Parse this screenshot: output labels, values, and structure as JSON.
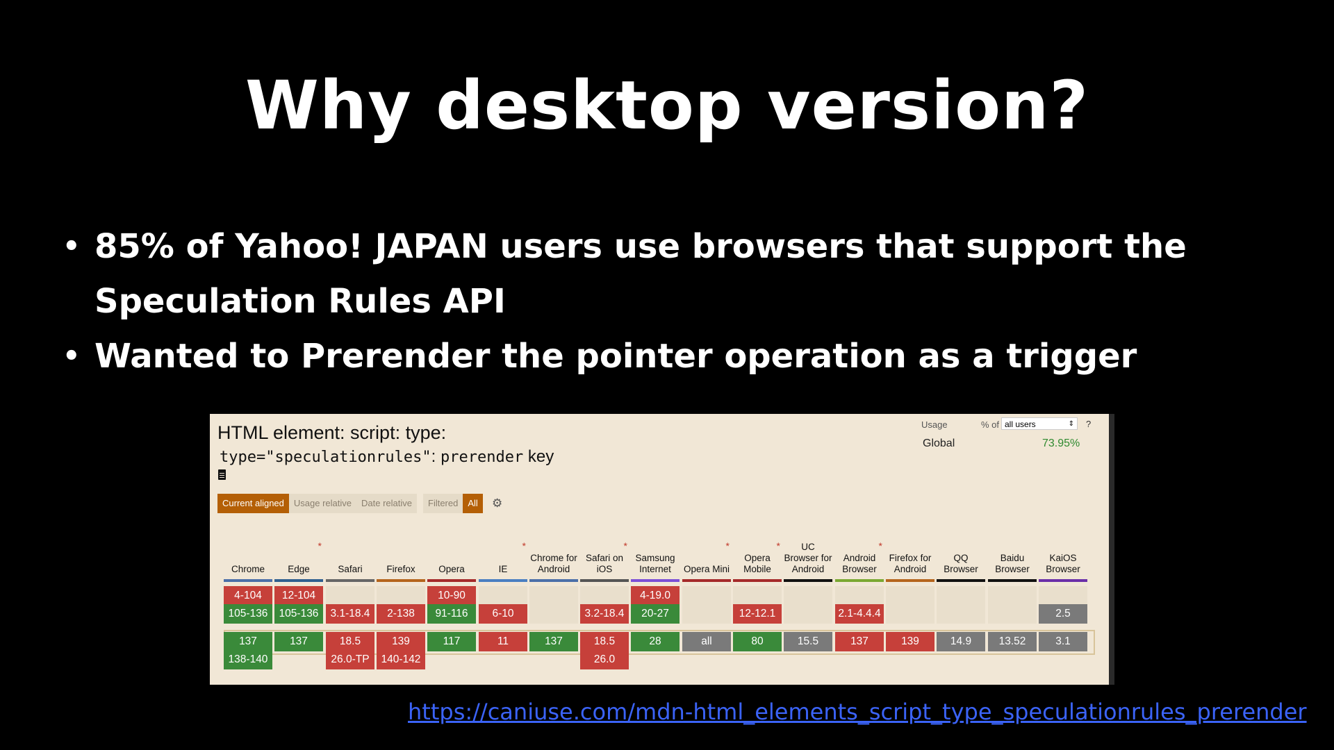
{
  "slide": {
    "title": "Why desktop version?",
    "bullets": [
      "85% of Yahoo! JAPAN users use browsers that support the Speculation Rules API",
      "Wanted to Prerender the pointer operation as a trigger"
    ],
    "link": "https://caniuse.com/mdn-html_elements_script_type_speculationrules_prerender"
  },
  "caniuse": {
    "feature_title": "HTML element: script: type:",
    "subtitle_code_1": "type=\"speculationrules\"",
    "subtitle_sep": ":",
    "subtitle_code_2": "prerender",
    "subtitle_word": "key",
    "usage_label": "Usage",
    "pct_of": "% of",
    "users_select": "all users",
    "help": "?",
    "global_label": "Global",
    "global_pct": "73.95%",
    "view_tabs": [
      "Current aligned",
      "Usage relative",
      "Date relative"
    ],
    "filter_tabs": [
      "Filtered",
      "All"
    ],
    "browsers": [
      {
        "name": "Chrome",
        "bar": "#4b6fa8",
        "star": false,
        "cells": [
          [
            "4-104",
            "n"
          ],
          [
            "105-136",
            "y"
          ],
          [
            "137",
            "y"
          ],
          [
            "138-140",
            "y"
          ]
        ]
      },
      {
        "name": "Edge",
        "bar": "#2f5f8f",
        "star": true,
        "cells": [
          [
            "12-104",
            "n"
          ],
          [
            "105-136",
            "y"
          ],
          [
            "137",
            "y"
          ],
          [
            "",
            ""
          ]
        ]
      },
      {
        "name": "Safari",
        "bar": "#666666",
        "star": false,
        "cells": [
          [
            "",
            "e"
          ],
          [
            "3.1-18.4",
            "n"
          ],
          [
            "18.5",
            "n"
          ],
          [
            "26.0-TP",
            "n"
          ]
        ]
      },
      {
        "name": "Firefox",
        "bar": "#b5651d",
        "star": false,
        "cells": [
          [
            "",
            "e"
          ],
          [
            "2-138",
            "n"
          ],
          [
            "139",
            "n"
          ],
          [
            "140-142",
            "n"
          ]
        ]
      },
      {
        "name": "Opera",
        "bar": "#a52a2a",
        "star": false,
        "cells": [
          [
            "10-90",
            "n"
          ],
          [
            "91-116",
            "y"
          ],
          [
            "117",
            "y"
          ],
          [
            "",
            ""
          ]
        ]
      },
      {
        "name": "IE",
        "bar": "#4a7fc1",
        "star": true,
        "cells": [
          [
            "",
            "e"
          ],
          [
            "6-10",
            "n"
          ],
          [
            "11",
            "n"
          ],
          [
            "",
            ""
          ]
        ]
      },
      {
        "name": "Chrome for Android",
        "bar": "#4b6fa8",
        "star": false,
        "cells": [
          [
            "",
            "e"
          ],
          [
            "",
            "e"
          ],
          [
            "137",
            "y"
          ],
          [
            "",
            ""
          ]
        ]
      },
      {
        "name": "Safari on iOS",
        "bar": "#555555",
        "star": true,
        "cells": [
          [
            "",
            "e"
          ],
          [
            "3.2-18.4",
            "n"
          ],
          [
            "18.5",
            "n"
          ],
          [
            "26.0",
            "n"
          ]
        ]
      },
      {
        "name": "Samsung Internet",
        "bar": "#7b4fd6",
        "star": false,
        "cells": [
          [
            "4-19.0",
            "n"
          ],
          [
            "20-27",
            "y"
          ],
          [
            "28",
            "y"
          ],
          [
            "",
            ""
          ]
        ]
      },
      {
        "name": "Opera Mini",
        "bar": "#a52a2a",
        "star": true,
        "cells": [
          [
            "",
            "e"
          ],
          [
            "",
            "e"
          ],
          [
            "all",
            "u"
          ],
          [
            "",
            ""
          ]
        ]
      },
      {
        "name": "Opera Mobile",
        "bar": "#a52a2a",
        "star": true,
        "cells": [
          [
            "",
            "e"
          ],
          [
            "12-12.1",
            "n"
          ],
          [
            "80",
            "y"
          ],
          [
            "",
            ""
          ]
        ]
      },
      {
        "name": "UC Browser for Android",
        "bar": "#111111",
        "star": false,
        "cells": [
          [
            "",
            "e"
          ],
          [
            "",
            "e"
          ],
          [
            "15.5",
            "u"
          ],
          [
            "",
            ""
          ]
        ]
      },
      {
        "name": "Android Browser",
        "bar": "#7aa832",
        "star": true,
        "cells": [
          [
            "",
            "e"
          ],
          [
            "2.1-4.4.4",
            "n"
          ],
          [
            "137",
            "n"
          ],
          [
            "",
            ""
          ]
        ]
      },
      {
        "name": "Firefox for Android",
        "bar": "#b5651d",
        "star": false,
        "cells": [
          [
            "",
            "e"
          ],
          [
            "",
            "e"
          ],
          [
            "139",
            "n"
          ],
          [
            "",
            ""
          ]
        ]
      },
      {
        "name": "QQ Browser",
        "bar": "#111111",
        "star": false,
        "cells": [
          [
            "",
            "e"
          ],
          [
            "",
            "e"
          ],
          [
            "14.9",
            "u"
          ],
          [
            "",
            ""
          ]
        ]
      },
      {
        "name": "Baidu Browser",
        "bar": "#111111",
        "star": false,
        "cells": [
          [
            "",
            "e"
          ],
          [
            "",
            "e"
          ],
          [
            "13.52",
            "u"
          ],
          [
            "",
            ""
          ]
        ]
      },
      {
        "name": "KaiOS Browser",
        "bar": "#6a2fa8",
        "star": false,
        "cells": [
          [
            "",
            "e"
          ],
          [
            "2.5",
            "u"
          ],
          [
            "3.1",
            "u"
          ],
          [
            "",
            ""
          ]
        ]
      }
    ]
  }
}
